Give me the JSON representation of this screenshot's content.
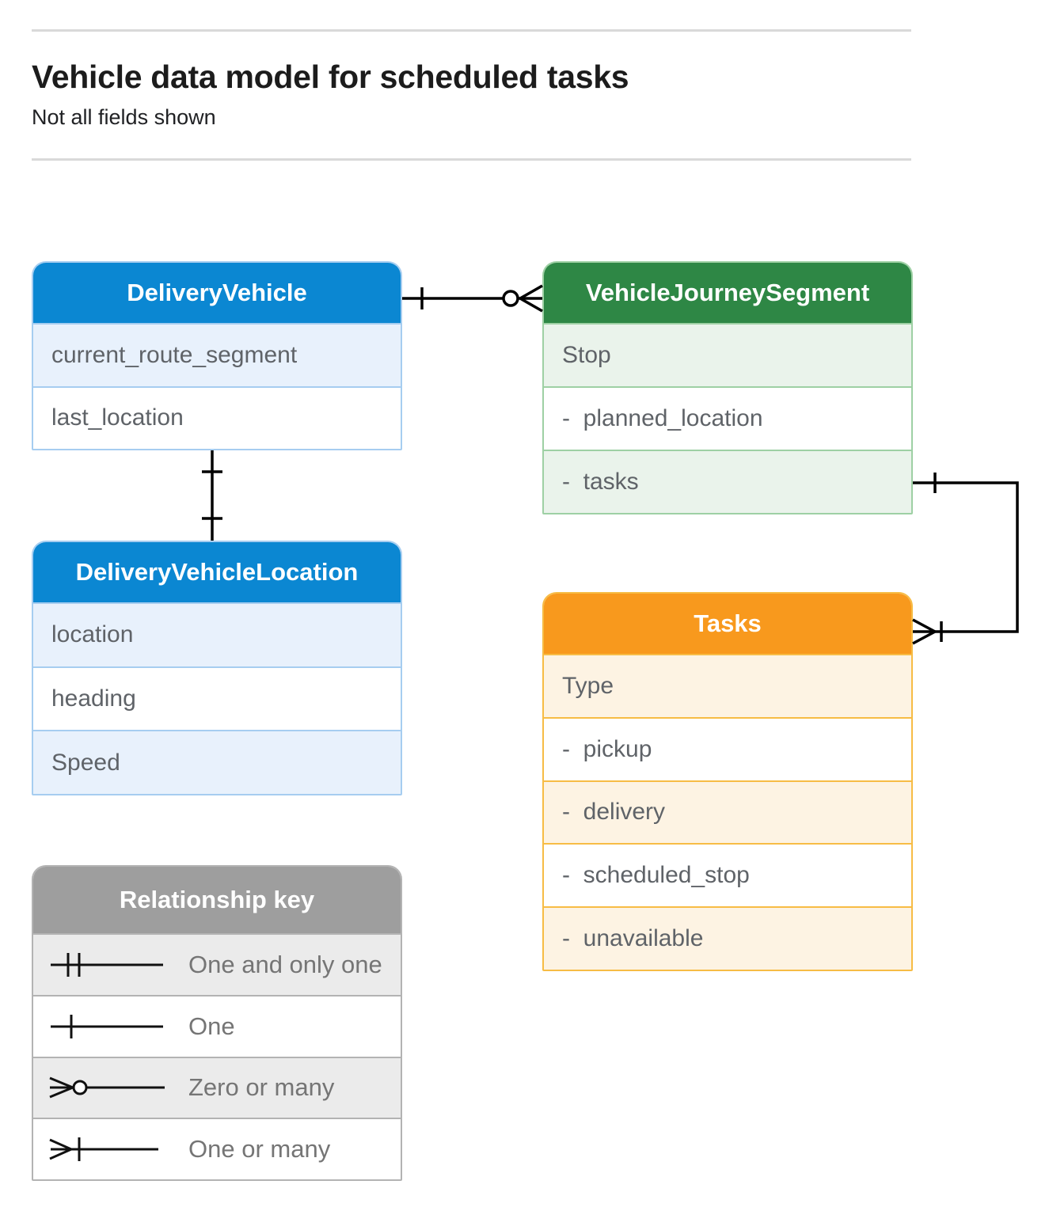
{
  "page": {
    "title": "Vehicle data model for scheduled tasks",
    "subtitle": "Not all fields shown"
  },
  "colors": {
    "blue_header": "#0b87d2",
    "blue_row_tint": "#e8f1fc",
    "blue_border": "#a6cdf0",
    "green_header": "#2e8745",
    "green_row_tint": "#eaf3eb",
    "green_border": "#9ed0a4",
    "orange_header": "#f8991d",
    "orange_row_tint": "#fdf3e3",
    "orange_border": "#f7bc45",
    "gray_header": "#9e9e9e",
    "gray_row_tint": "#ebebeb",
    "field_text": "#5f6368",
    "legend_text": "#757575",
    "connector": "#000000",
    "rule": "#d9d9d9"
  },
  "entities": {
    "delivery_vehicle": {
      "title": "DeliveryVehicle",
      "rows": [
        "current_route_segment",
        "last_location"
      ]
    },
    "vehicle_journey_segment": {
      "title": "VehicleJourneySegment",
      "rows": [
        "Stop",
        "-  planned_location",
        "-  tasks"
      ]
    },
    "delivery_vehicle_location": {
      "title": "DeliveryVehicleLocation",
      "rows": [
        "location",
        "heading",
        "Speed"
      ]
    },
    "tasks": {
      "title": "Tasks",
      "rows": [
        "Type",
        "-  pickup",
        "-  delivery",
        "-  scheduled_stop",
        "-  unavailable"
      ]
    }
  },
  "relationships": [
    {
      "from": "DeliveryVehicle",
      "to": "VehicleJourneySegment",
      "from_cardinality": "one",
      "to_cardinality": "zero-or-many"
    },
    {
      "from": "DeliveryVehicle",
      "to": "DeliveryVehicleLocation",
      "from_cardinality": "one",
      "to_cardinality": "one"
    },
    {
      "from": "VehicleJourneySegment.tasks",
      "to": "Tasks",
      "from_cardinality": "one",
      "to_cardinality": "one-or-many"
    }
  ],
  "legend": {
    "title": "Relationship key",
    "items": [
      {
        "symbol": "one-and-only-one",
        "label": "One and only one"
      },
      {
        "symbol": "one",
        "label": "One"
      },
      {
        "symbol": "zero-or-many",
        "label": "Zero or many"
      },
      {
        "symbol": "one-or-many",
        "label": "One or many"
      }
    ]
  }
}
